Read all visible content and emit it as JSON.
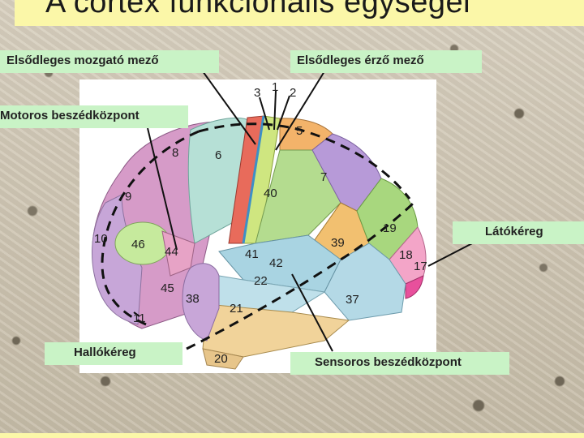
{
  "title": "A cortex funkcionális egységei",
  "labels": {
    "primary_motor": "Elsődleges mozgató mező",
    "primary_sensory": "Elsődleges érző mező",
    "motor_speech": "Motoros beszédközpont",
    "visual": "Látókéreg",
    "auditory": "Hallókéreg",
    "sensory_speech": "Sensoros beszédközpont"
  },
  "areas": {
    "a1": "1",
    "a2": "2",
    "a3": "3",
    "a5": "5",
    "a6": "6",
    "a7": "7",
    "a8": "8",
    "a9": "9",
    "a10": "10",
    "a11": "11",
    "a17": "17",
    "a18": "18",
    "a19": "19",
    "a20": "20",
    "a21": "21",
    "a22": "22",
    "a37": "37",
    "a38": "38",
    "a39": "39",
    "a40": "40",
    "a41": "41",
    "a42": "42",
    "a44": "44",
    "a45": "45",
    "a46": "46"
  },
  "colors": {
    "label_bg": "#c9f3c6",
    "title_bg": "#fbf7a8"
  }
}
